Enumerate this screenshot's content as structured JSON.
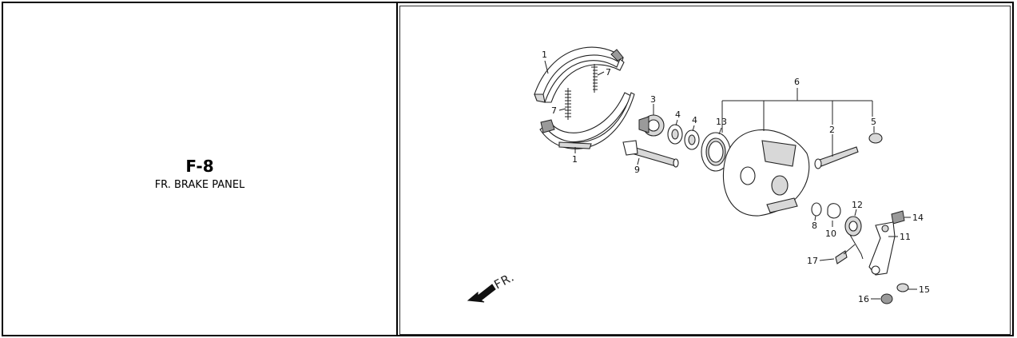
{
  "section": {
    "code": "F-8",
    "title": "FR. BRAKE PANEL"
  },
  "diagram": {
    "direction_label": "FR.",
    "callouts": [
      {
        "id": "c1a",
        "label": "1"
      },
      {
        "id": "c1b",
        "label": "1"
      },
      {
        "id": "c7a",
        "label": "7"
      },
      {
        "id": "c7b",
        "label": "7"
      },
      {
        "id": "c3",
        "label": "3"
      },
      {
        "id": "c4a",
        "label": "4"
      },
      {
        "id": "c4b",
        "label": "4"
      },
      {
        "id": "c13",
        "label": "13"
      },
      {
        "id": "c9",
        "label": "9"
      },
      {
        "id": "c6",
        "label": "6"
      },
      {
        "id": "c2",
        "label": "2"
      },
      {
        "id": "c5",
        "label": "5"
      },
      {
        "id": "c8",
        "label": "8"
      },
      {
        "id": "c10",
        "label": "10"
      },
      {
        "id": "c12",
        "label": "12"
      },
      {
        "id": "c14",
        "label": "14"
      },
      {
        "id": "c11",
        "label": "11"
      },
      {
        "id": "c17",
        "label": "17"
      },
      {
        "id": "c15",
        "label": "15"
      },
      {
        "id": "c16",
        "label": "16"
      }
    ]
  }
}
